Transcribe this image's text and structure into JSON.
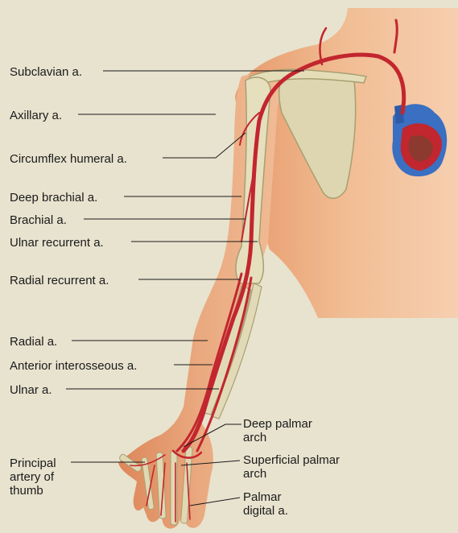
{
  "labels": {
    "subclavian": "Subclavian a.",
    "axillary": "Axillary a.",
    "circumflex_humeral": "Circumflex humeral a.",
    "deep_brachial": "Deep brachial a.",
    "brachial": "Brachial a.",
    "ulnar_recurrent": "Ulnar recurrent a.",
    "radial_recurrent": "Radial recurrent a.",
    "radial": "Radial a.",
    "anterior_interosseous": "Anterior interosseous a.",
    "ulnar": "Ulnar a.",
    "principal_artery_thumb": [
      "Principal",
      "artery of",
      "thumb"
    ],
    "deep_palmar_arch": [
      "Deep palmar",
      "arch"
    ],
    "superficial_palmar_arch": [
      "Superficial palmar",
      "arch"
    ],
    "palmar_digital": [
      "Palmar",
      "digital a."
    ]
  },
  "colors": {
    "background": "#e8e3cf",
    "skin": "#eeb58a",
    "bone": "#ddd6b0",
    "artery": "#c2262e",
    "vein": "#3a6fc1"
  }
}
